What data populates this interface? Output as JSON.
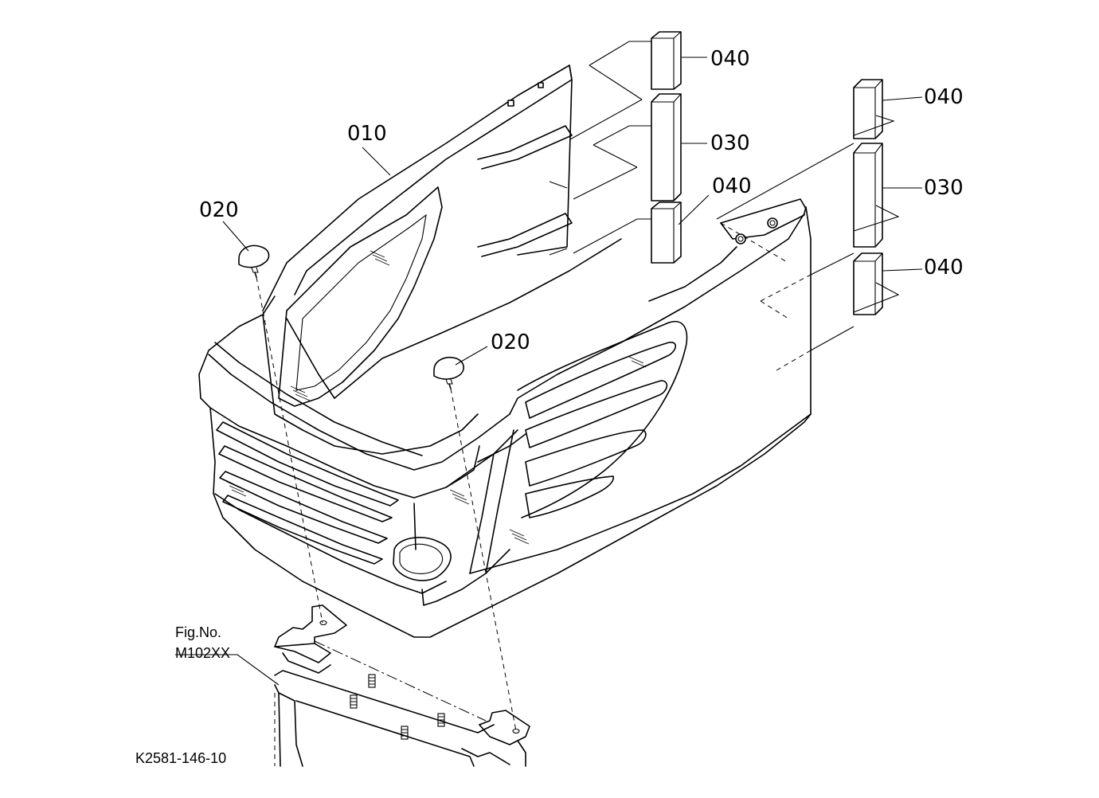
{
  "parts": [
    {
      "id": "part-010",
      "label": "010"
    },
    {
      "id": "part-020-left",
      "label": "020"
    },
    {
      "id": "part-020-right",
      "label": "020"
    },
    {
      "id": "part-040-a",
      "label": "040"
    },
    {
      "id": "part-030-a",
      "label": "030"
    },
    {
      "id": "part-040-b",
      "label": "040"
    },
    {
      "id": "part-040-c",
      "label": "040"
    },
    {
      "id": "part-030-b",
      "label": "030"
    },
    {
      "id": "part-040-d",
      "label": "040"
    }
  ],
  "fig_ref": {
    "line1": "Fig.No.",
    "line2": "M102XX"
  },
  "drawing_code": "K2581-146-10"
}
